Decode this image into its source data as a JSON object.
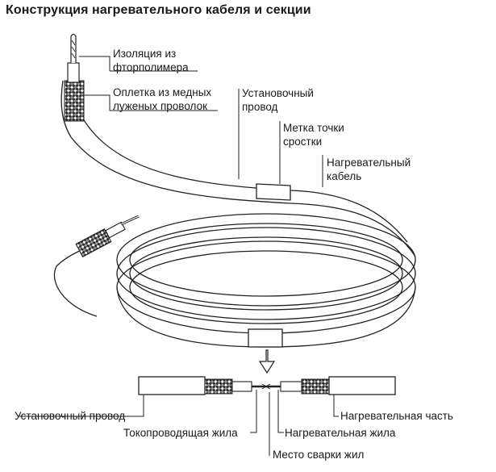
{
  "title": "Конструкция нагревательного кабеля и секции",
  "labels": {
    "insulation_l1": "Изоляция из",
    "insulation_l2": "фторполимера",
    "braid_l1": "Оплетка из медных",
    "braid_l2": "луженых проволок",
    "install_l1": "Установочный",
    "install_l2": "провод",
    "splice_l1": "Метка точки",
    "splice_l2": "сростки",
    "heating_l1": "Нагревательный",
    "heating_l2": "кабель",
    "detail_install": "Установочный провод",
    "detail_heating_part": "Нагревательная часть",
    "conductor": "Токопроводящая жила",
    "heating_core": "Нагревательная жила",
    "weld": "Место сварки жил"
  }
}
